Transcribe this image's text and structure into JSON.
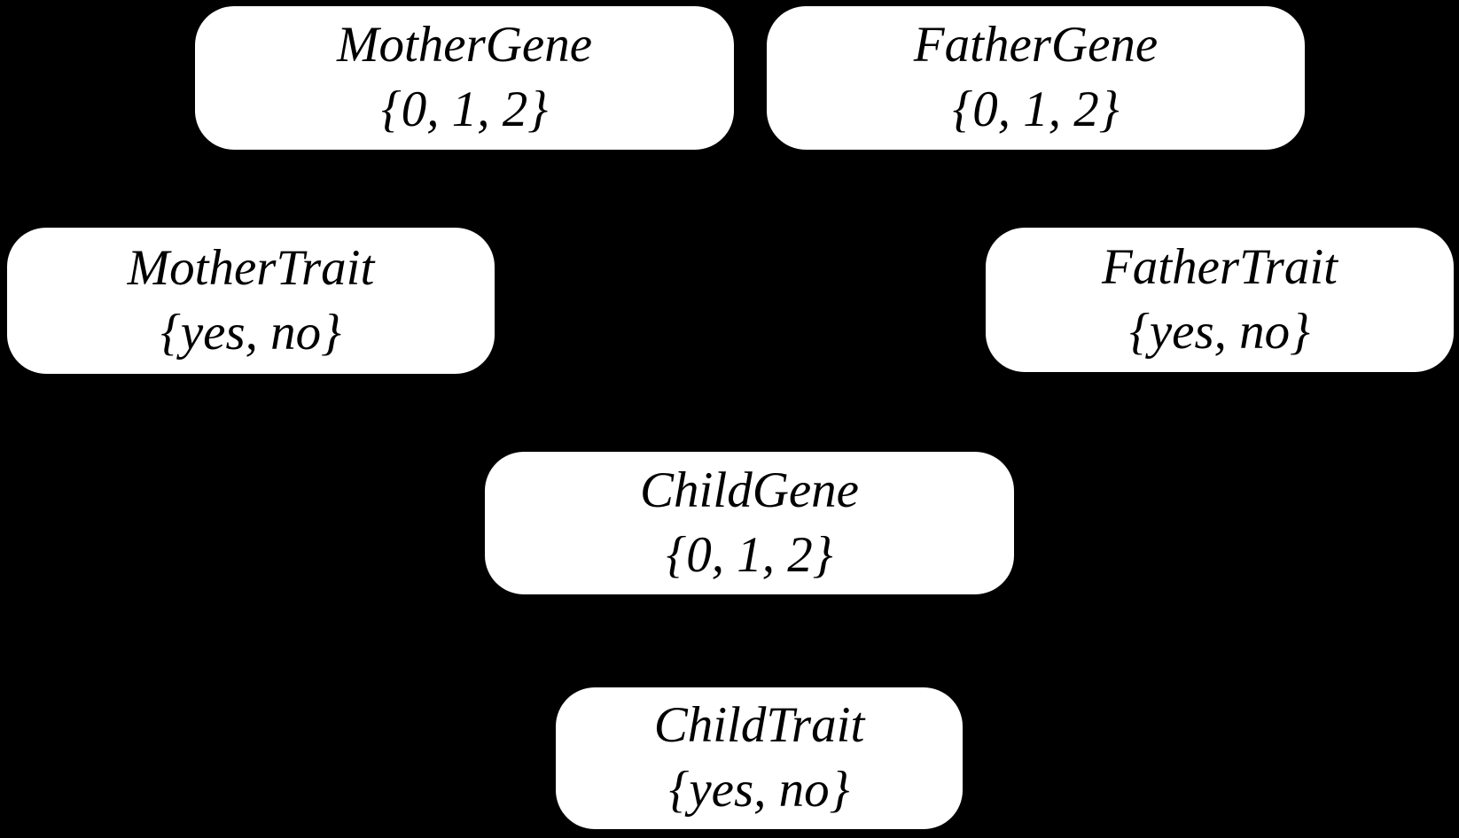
{
  "diagram": {
    "background_color": "#000000",
    "node_fill_color": "#ffffff",
    "node_text_color": "#000000",
    "nodes": [
      {
        "name": "MotherGene",
        "domain": "{0, 1, 2}"
      },
      {
        "name": "FatherGene",
        "domain": "{0, 1, 2}"
      },
      {
        "name": "MotherTrait",
        "domain": "{yes, no}"
      },
      {
        "name": "FatherTrait",
        "domain": "{yes, no}"
      },
      {
        "name": "ChildGene",
        "domain": "{0, 1, 2}"
      },
      {
        "name": "ChildTrait",
        "domain": "{yes, no}"
      }
    ]
  }
}
